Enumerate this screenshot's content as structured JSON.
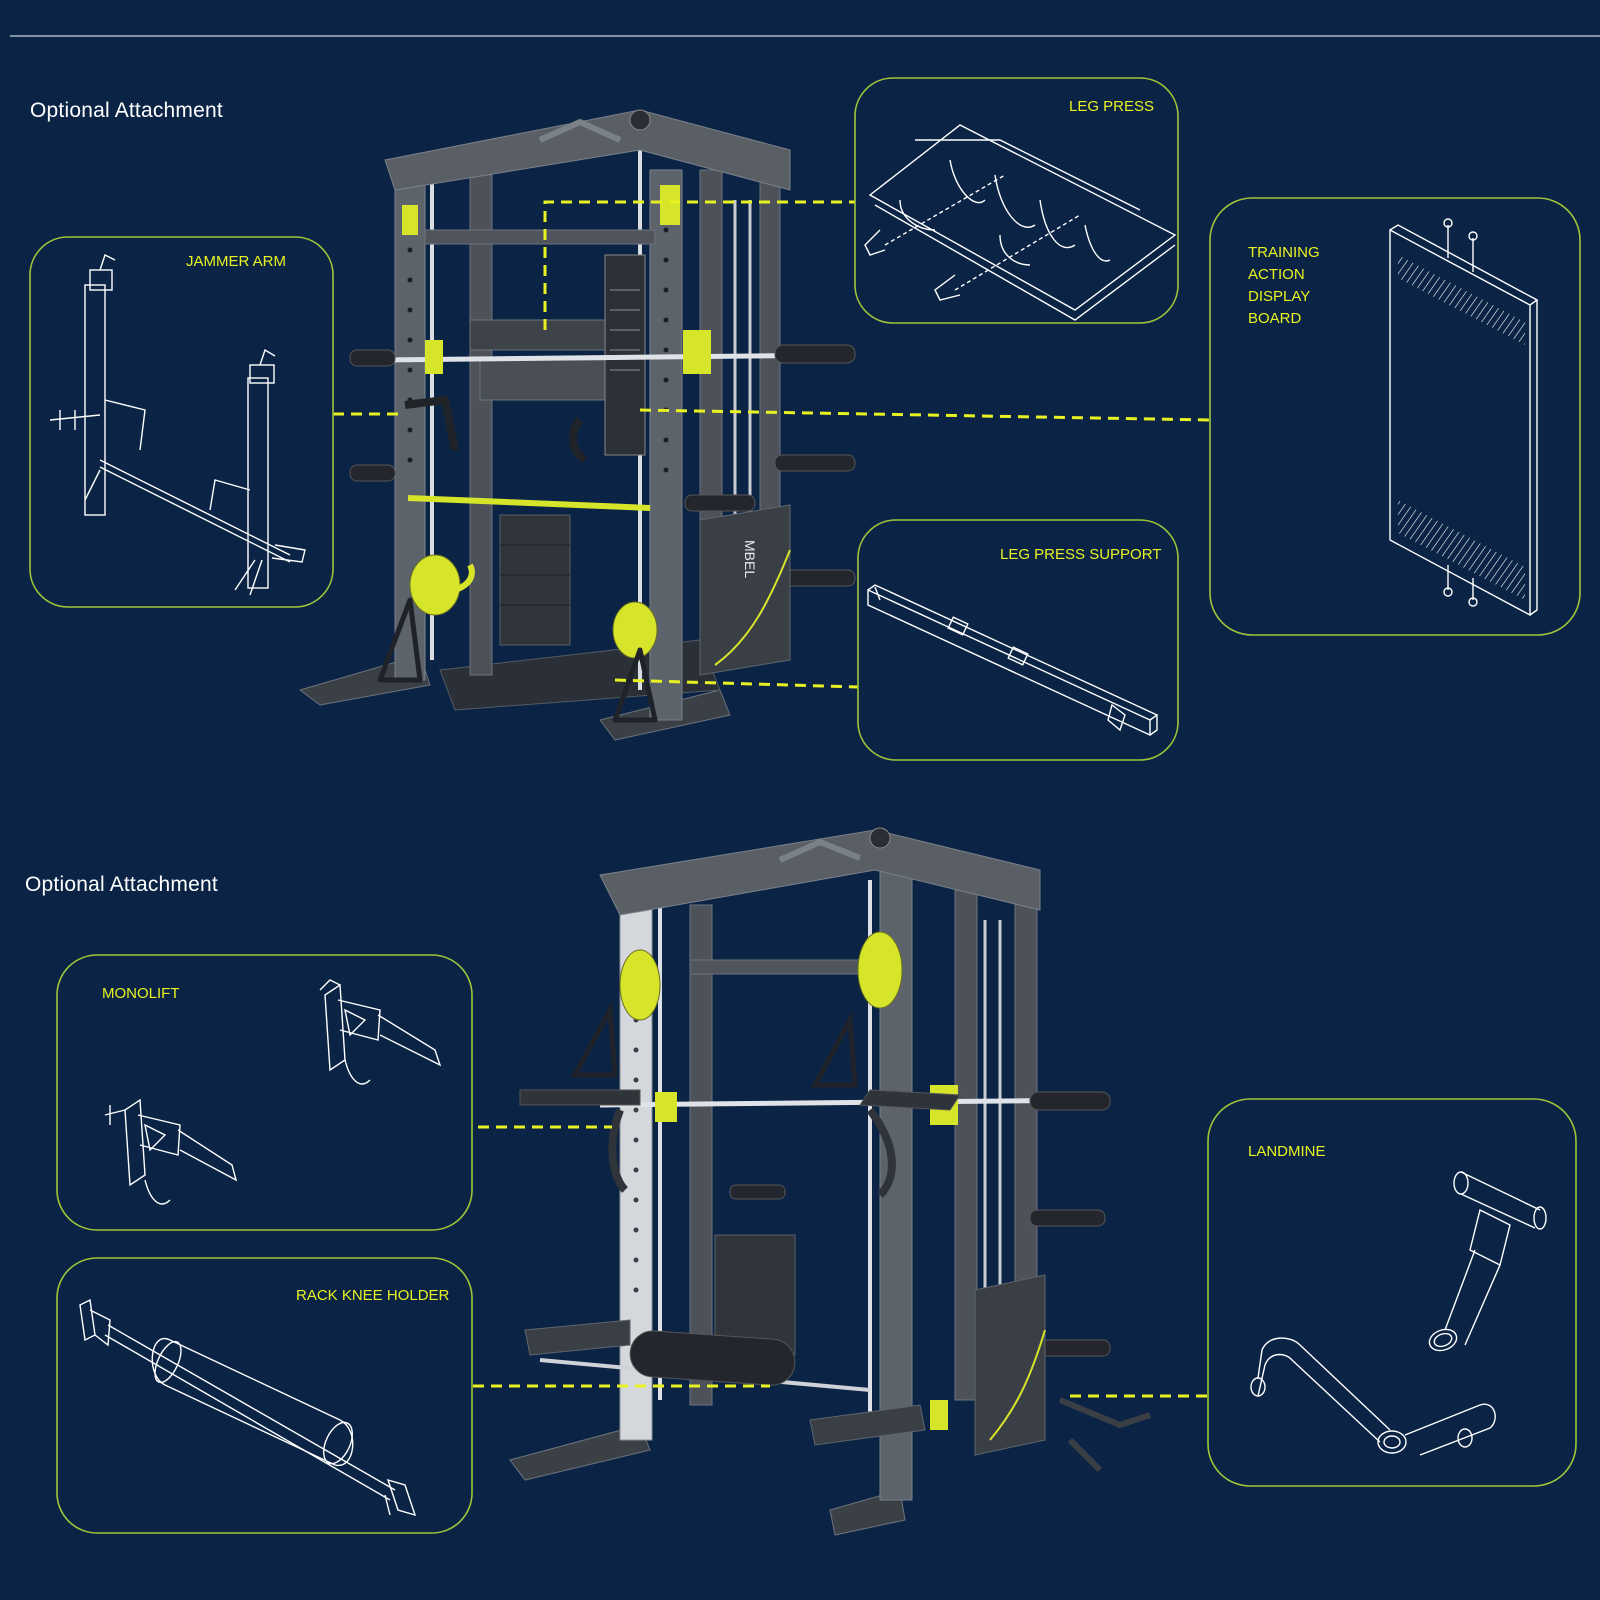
{
  "colors": {
    "background": "#0b2445",
    "accent": "#e8f222",
    "box_border": "#9fc43a",
    "outline": "#ffffff",
    "frame": "#5a5f66"
  },
  "sections": [
    {
      "title": "Optional Attachment"
    },
    {
      "title": "Optional Attachment"
    }
  ],
  "attachments": {
    "jammer_arm": "JAMMER ARM",
    "leg_press": "LEG PRESS",
    "training_board": [
      "TRAINING",
      "ACTION",
      "DISPLAY",
      "BOARD"
    ],
    "leg_press_support": "LEG PRESS SUPPORT",
    "monolift": "MONOLIFT",
    "rack_knee_holder": "RACK KNEE HOLDER",
    "landmine": "LANDMINE"
  },
  "machine": {
    "brand_mark": "MBEL"
  },
  "icons": [
    "smith-machine-icon",
    "jammer-arm-icon",
    "leg-press-icon",
    "display-board-icon",
    "leg-press-support-icon",
    "monolift-icon",
    "knee-holder-icon",
    "landmine-icon"
  ]
}
